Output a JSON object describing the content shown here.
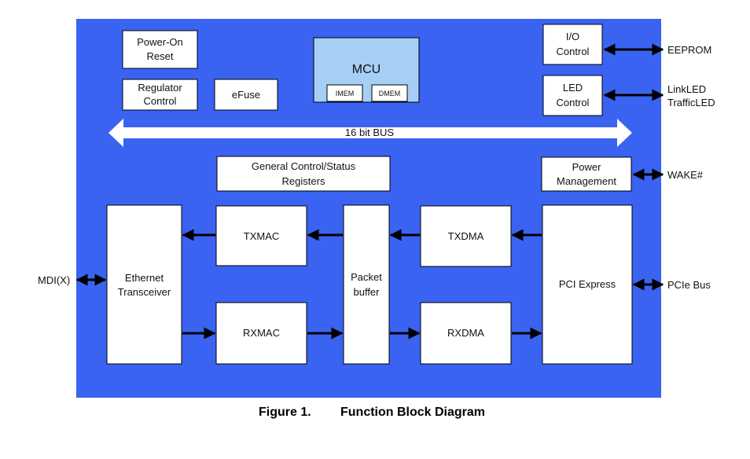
{
  "colors": {
    "chip_bg": "#3a63f2",
    "block_fill": "#ffffff",
    "mcu_fill": "#a6cff5",
    "arrow": "#000000",
    "bus": "#ffffff"
  },
  "blocks": {
    "power_on_reset": [
      "Power-On",
      "Reset"
    ],
    "regulator_control": [
      "Regulator",
      "Control"
    ],
    "efuse": [
      "eFuse"
    ],
    "mcu": "MCU",
    "imem": "IMEM",
    "dmem": "DMEM",
    "io_control": [
      "I/O",
      "Control"
    ],
    "led_control": [
      "LED",
      "Control"
    ],
    "general_control": [
      "General Control/Status",
      "Registers"
    ],
    "power_management": [
      "Power",
      "Management"
    ],
    "ethernet_transceiver": [
      "Ethernet",
      "Transceiver"
    ],
    "txmac": [
      "TXMAC"
    ],
    "rxmac": [
      "RXMAC"
    ],
    "packet_buffer": [
      "Packet",
      "buffer"
    ],
    "txdma": [
      "TXDMA"
    ],
    "rxdma": [
      "RXDMA"
    ],
    "pci_express": [
      "PCI Express"
    ]
  },
  "bus_label": "16 bit BUS",
  "external": {
    "eeprom": "EEPROM",
    "linkled": "LinkLED",
    "trafficled": "TrafficLED",
    "wake": "WAKE#",
    "pcie_bus": "PCIe Bus",
    "mdi": "MDI(X)"
  },
  "caption": {
    "number": "Figure 1.",
    "title": "Function Block Diagram"
  }
}
